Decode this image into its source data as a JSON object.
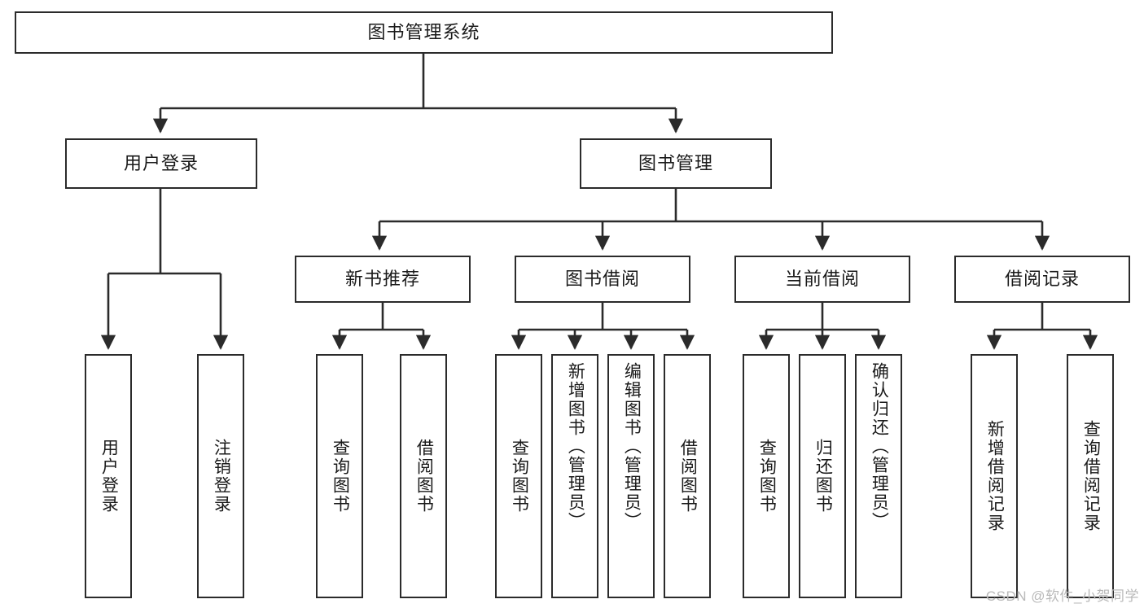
{
  "diagram": {
    "type": "hierarchy-tree",
    "title": "图书管理系统",
    "watermark": "CSDN @软件_小贺同学",
    "colors": {
      "box_border": "#2b2b2b",
      "box_fill": "#ffffff",
      "edge": "#2b2b2b",
      "text": "#1a1a1a",
      "watermark": "#b9b9b9",
      "background": "#ffffff"
    },
    "levels": {
      "root": "图书管理系统",
      "level2": [
        "用户登录",
        "图书管理"
      ],
      "level3": [
        "新书推荐",
        "图书借阅",
        "当前借阅",
        "借阅记录"
      ]
    },
    "nodes": {
      "root": {
        "label": "图书管理系统"
      },
      "user_login": {
        "label": "用户登录"
      },
      "book_manage": {
        "label": "图书管理"
      },
      "new_book_rec": {
        "label": "新书推荐"
      },
      "book_borrow": {
        "label": "图书借阅"
      },
      "current_borrow": {
        "label": "当前借阅"
      },
      "borrow_record": {
        "label": "借阅记录"
      },
      "leaf_user_login": {
        "label": "用户登录"
      },
      "leaf_user_logout": {
        "label": "注销登录"
      },
      "leaf_nbr_query": {
        "label": "查询图书"
      },
      "leaf_nbr_borrow": {
        "label": "借阅图书"
      },
      "leaf_bb_query": {
        "label": "查询图书"
      },
      "leaf_bb_add": {
        "label": "新增图书（管理员）"
      },
      "leaf_bb_edit": {
        "label": "编辑图书（管理员）"
      },
      "leaf_bb_borrow": {
        "label": "借阅图书"
      },
      "leaf_cb_query": {
        "label": "查询图书"
      },
      "leaf_cb_return": {
        "label": "归还图书"
      },
      "leaf_cb_confirm": {
        "label": "确认归还（管理员）"
      },
      "leaf_br_add": {
        "label": "新增借阅记录"
      },
      "leaf_br_query": {
        "label": "查询借阅记录"
      }
    },
    "edges": [
      {
        "from": "root",
        "to": "用户登录"
      },
      {
        "from": "root",
        "to": "图书管理"
      },
      {
        "from": "用户登录",
        "to": "用户登录(叶)"
      },
      {
        "from": "用户登录",
        "to": "注销登录"
      },
      {
        "from": "图书管理",
        "to": "新书推荐"
      },
      {
        "from": "图书管理",
        "to": "图书借阅"
      },
      {
        "from": "图书管理",
        "to": "当前借阅"
      },
      {
        "from": "图书管理",
        "to": "借阅记录"
      },
      {
        "from": "新书推荐",
        "to": "查询图书"
      },
      {
        "from": "新书推荐",
        "to": "借阅图书"
      },
      {
        "from": "图书借阅",
        "to": "查询图书"
      },
      {
        "from": "图书借阅",
        "to": "新增图书（管理员）"
      },
      {
        "from": "图书借阅",
        "to": "编辑图书（管理员）"
      },
      {
        "from": "图书借阅",
        "to": "借阅图书"
      },
      {
        "from": "当前借阅",
        "to": "查询图书"
      },
      {
        "from": "当前借阅",
        "to": "归还图书"
      },
      {
        "from": "当前借阅",
        "to": "确认归还（管理员）"
      },
      {
        "from": "借阅记录",
        "to": "新增借阅记录"
      },
      {
        "from": "借阅记录",
        "to": "查询借阅记录"
      }
    ]
  }
}
